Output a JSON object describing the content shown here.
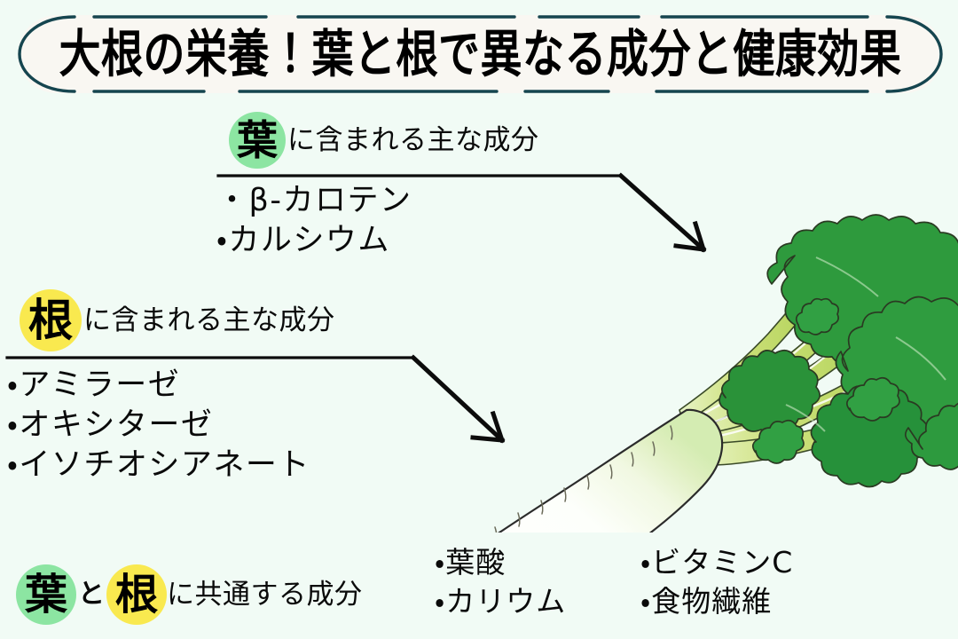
{
  "page": {
    "background_color": "#f1fbf5",
    "title": "大根の栄養！葉と根で異なる成分と健康効果",
    "banner_fill": "#f9f7f2",
    "banner_border_color": "#15454f"
  },
  "colors": {
    "leaf_chip": "#8ce5a2",
    "root_chip": "#f9e94f",
    "leaf_green": "#2f9a3f",
    "leaf_green_dark": "#1f7a2c",
    "stem_green": "#c2dc72",
    "radish_white": "#ffffff",
    "radish_shoulder": "#dff0c2",
    "ink": "#111111"
  },
  "leaf_section": {
    "chip_kanji": "葉",
    "heading_rest": "に含まれる主な成分",
    "bullets": [
      "・β-カロテン",
      "・カルシウム"
    ]
  },
  "root_section": {
    "chip_kanji": "根",
    "heading_rest": "に含まれる主な成分",
    "bullets": [
      "・アミラーゼ",
      "・オキシターゼ",
      "・イソチオシアネート"
    ]
  },
  "common_section": {
    "chip_kanji_1": "葉",
    "conjunction": "と",
    "chip_kanji_2": "根",
    "heading_rest": "に共通する成分",
    "column_1": [
      "・葉酸",
      "・カリウム"
    ],
    "column_2": [
      "・ビタミンC",
      "・食物繊維"
    ]
  },
  "illustration": {
    "name": "daikon-radish",
    "parts": [
      "leaves",
      "stems",
      "root-body",
      "root-tail"
    ]
  },
  "annotations": {
    "leaf_arrow": "葉（leaves）を指す矢印",
    "root_arrow": "根（白い部分）を指す矢印"
  }
}
